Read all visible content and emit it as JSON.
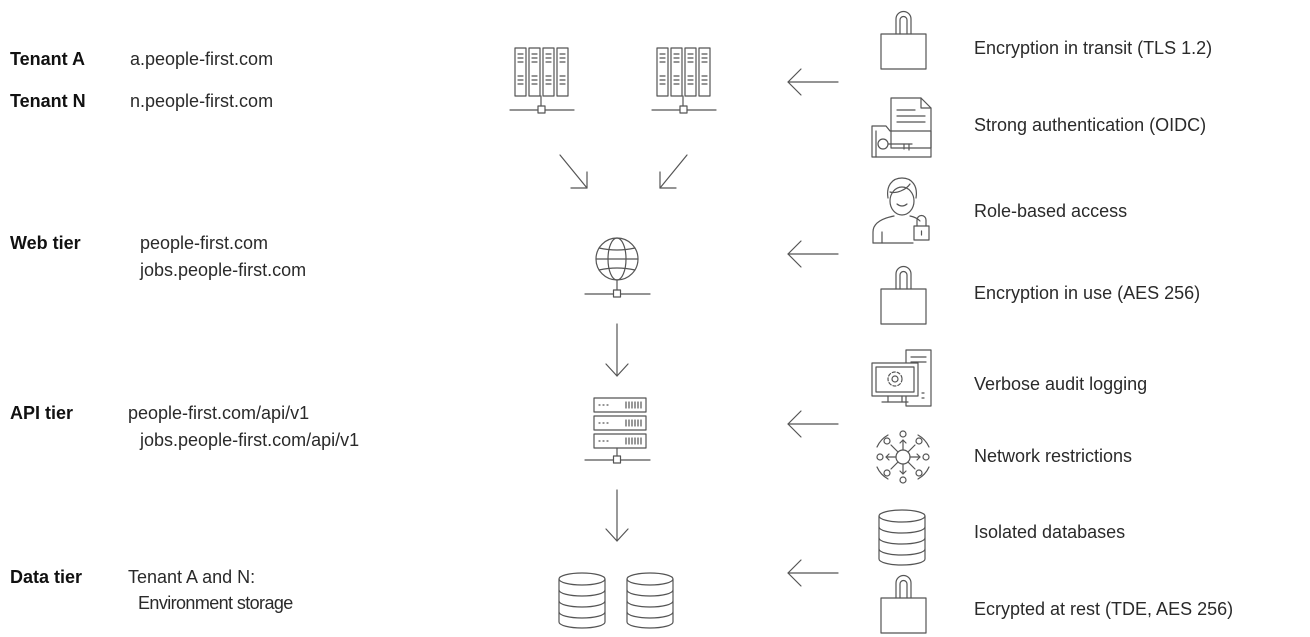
{
  "tiers": {
    "tenant_a": {
      "label": "Tenant A",
      "url": "a.people-first.com"
    },
    "tenant_n": {
      "label": "Tenant N",
      "url": "n.people-first.com"
    },
    "web": {
      "label": "Web tier",
      "url1": "people-first.com",
      "url2": "jobs.people-first.com"
    },
    "api": {
      "label": "API tier",
      "url1": "people-first.com/api/v1",
      "url2": "jobs.people-first.com/api/v1"
    },
    "data": {
      "label": "Data tier",
      "line1": "Tenant A and N:",
      "line2": "Environment storage"
    }
  },
  "controls": [
    {
      "label": "Encryption in transit (TLS 1.2)",
      "icon": "padlock-icon"
    },
    {
      "label": "Strong authentication (OIDC)",
      "icon": "key-folder-icon"
    },
    {
      "label": "Role-based access",
      "icon": "user-lock-icon"
    },
    {
      "label": "Encryption in use (AES 256)",
      "icon": "padlock-icon"
    },
    {
      "label": "Verbose audit logging",
      "icon": "audit-computer-icon"
    },
    {
      "label": "Network restrictions",
      "icon": "network-icon"
    },
    {
      "label": "Isolated databases",
      "icon": "database-icon"
    },
    {
      "label": "Ecrypted at rest (TDE, AES 256)",
      "icon": "padlock-icon"
    }
  ],
  "colors": {
    "stroke": "#555555",
    "text": "#222222",
    "label": "#111111"
  }
}
